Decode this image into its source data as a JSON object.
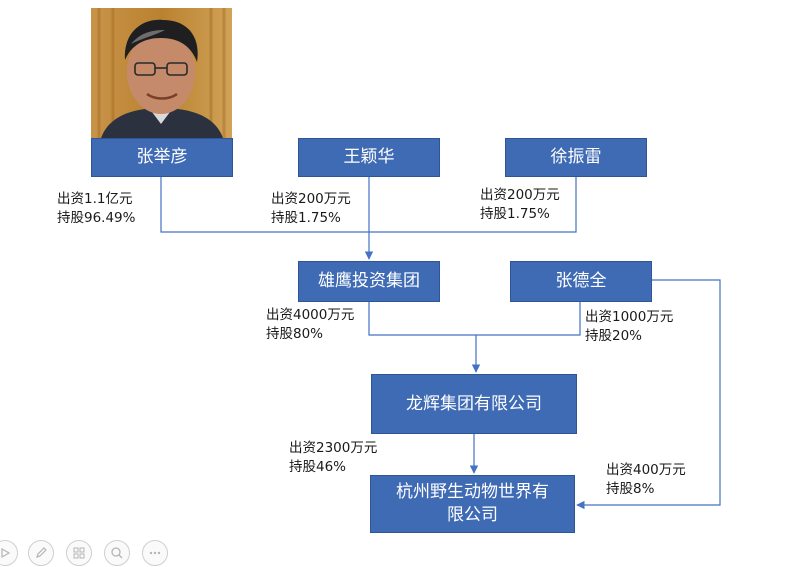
{
  "nodes": {
    "zhang_juyan": "张举彦",
    "wang_yinghua": "王颖华",
    "xu_zhenlei": "徐振雷",
    "xiongying": "雄鹰投资集团",
    "zhang_dequan": "张德全",
    "longhui": "龙辉集团有限公司",
    "hangzhou_line1": "杭州野生动物世界有",
    "hangzhou_line2": "限公司"
  },
  "edges": {
    "zhang_juyan": {
      "investment": "出资1.1亿元",
      "share": "持股96.49%"
    },
    "wang_yinghua": {
      "investment": "出资200万元",
      "share": "持股1.75%"
    },
    "xu_zhenlei": {
      "investment": "出资200万元",
      "share": "持股1.75%"
    },
    "xiongying": {
      "investment": "出资4000万元",
      "share": "持股80%"
    },
    "zhang_dequan_longhui": {
      "investment": "出资1000万元",
      "share": "持股20%"
    },
    "longhui": {
      "investment": "出资2300万元",
      "share": "持股46%"
    },
    "zhang_dequan_hangzhou": {
      "investment": "出资400万元",
      "share": "持股8%"
    }
  },
  "colors": {
    "node_fill": "#3f6bb5",
    "node_border": "#2f5597",
    "connector": "#4472c4"
  },
  "toolbar": [
    "play-icon",
    "pen-icon",
    "slides-icon",
    "zoom-icon",
    "more-icon"
  ]
}
